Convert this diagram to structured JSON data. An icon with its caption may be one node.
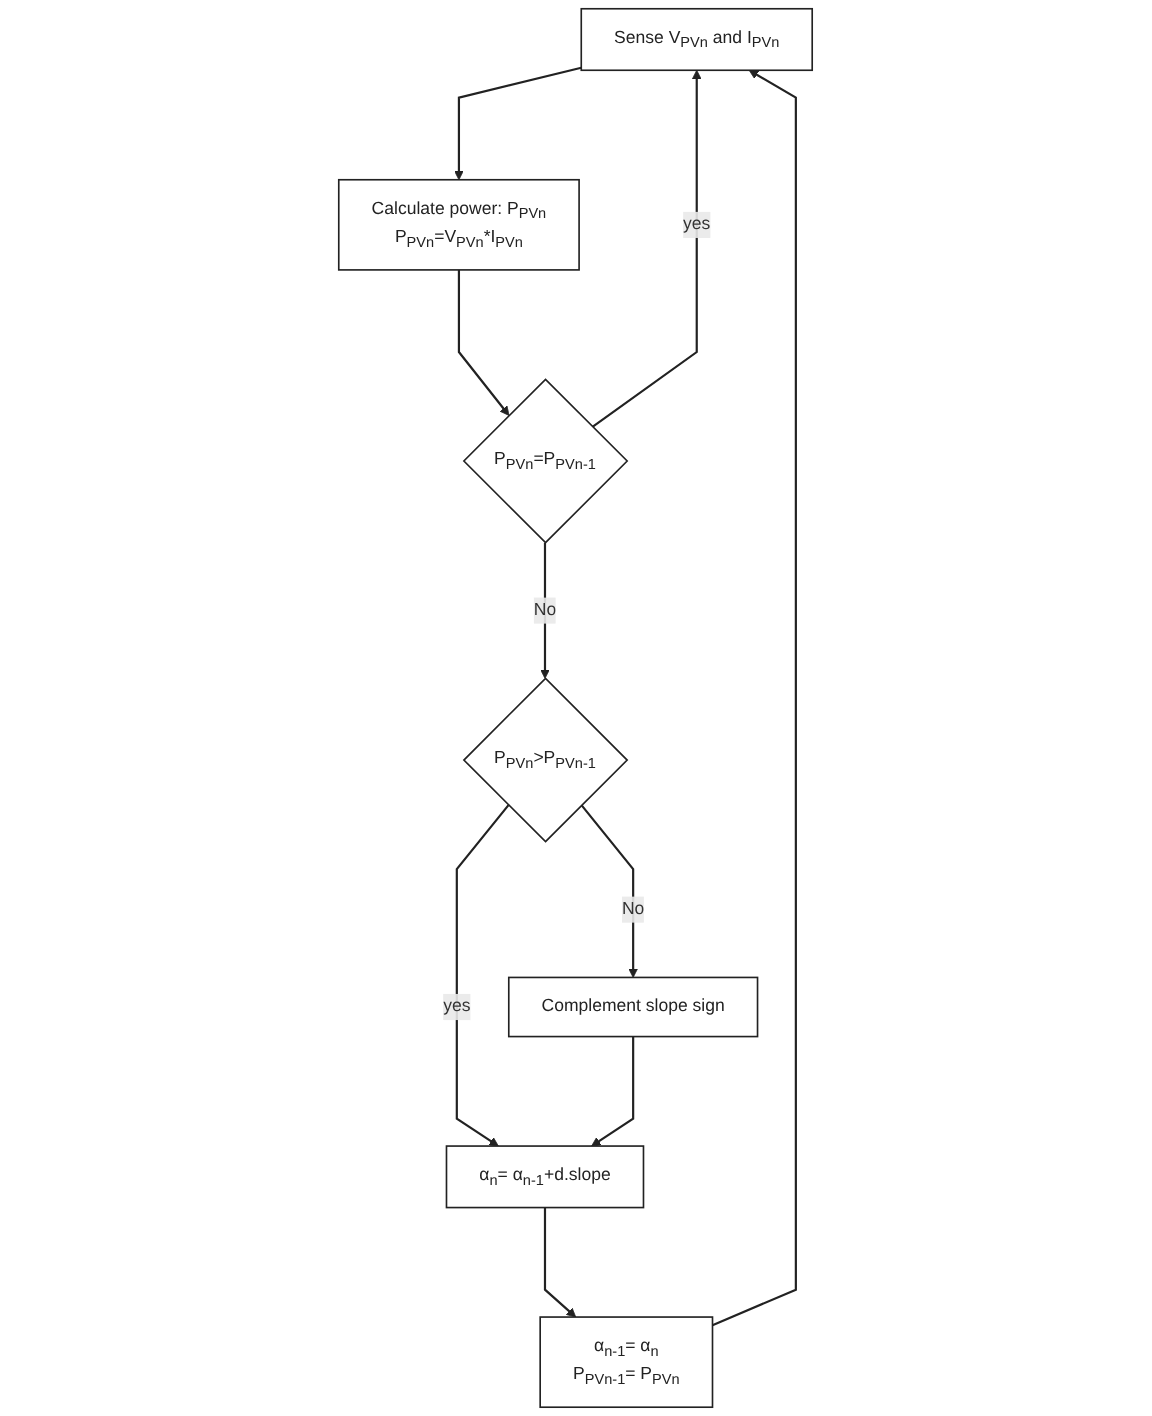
{
  "diagram": {
    "nodes": [
      {
        "text": [
          "Sense V$_{PVn}$ and I$_{PVn}$"
        ]
      },
      {
        "text": [
          "Calculate power: P$_{PVn}$",
          "P$_{PVn}$=V$_{PVn}$*I$_{PVn}$"
        ]
      },
      {
        "text": [
          "P$_{PVn}$=P$_{PVn-1}$"
        ]
      },
      {
        "text": [
          "P$_{PVn}$>P$_{PVn-1}$"
        ]
      },
      {
        "text": [
          "α$_{n}$= α$_{n-1}$+d.slope"
        ]
      },
      {
        "text": [
          "Complement slope sign"
        ]
      },
      {
        "text": [
          "α$_{n-1}$= α$_{n}$",
          "P$_{PVn-1}$= P$_{PVn}$"
        ]
      }
    ],
    "edges": [
      {
        "from": 0,
        "to": 1,
        "arrow": "to"
      },
      {
        "from": 1,
        "to": 2,
        "arrow": "to"
      },
      {
        "from": 2,
        "to": 0,
        "label": "yes",
        "arrow": "to"
      },
      {
        "from": 2,
        "to": 3,
        "label": "No",
        "arrow": "to"
      },
      {
        "from": 3,
        "to": 4,
        "label": "yes",
        "arrow": "to"
      },
      {
        "from": 3,
        "to": 5,
        "label": "No",
        "arrow": "to"
      },
      {
        "from": 5,
        "to": 4,
        "arrow": "to"
      },
      {
        "from": 4,
        "to": 6,
        "arrow": "to"
      },
      {
        "from": 6,
        "to": 0,
        "arrow": "to"
      }
    ]
  }
}
